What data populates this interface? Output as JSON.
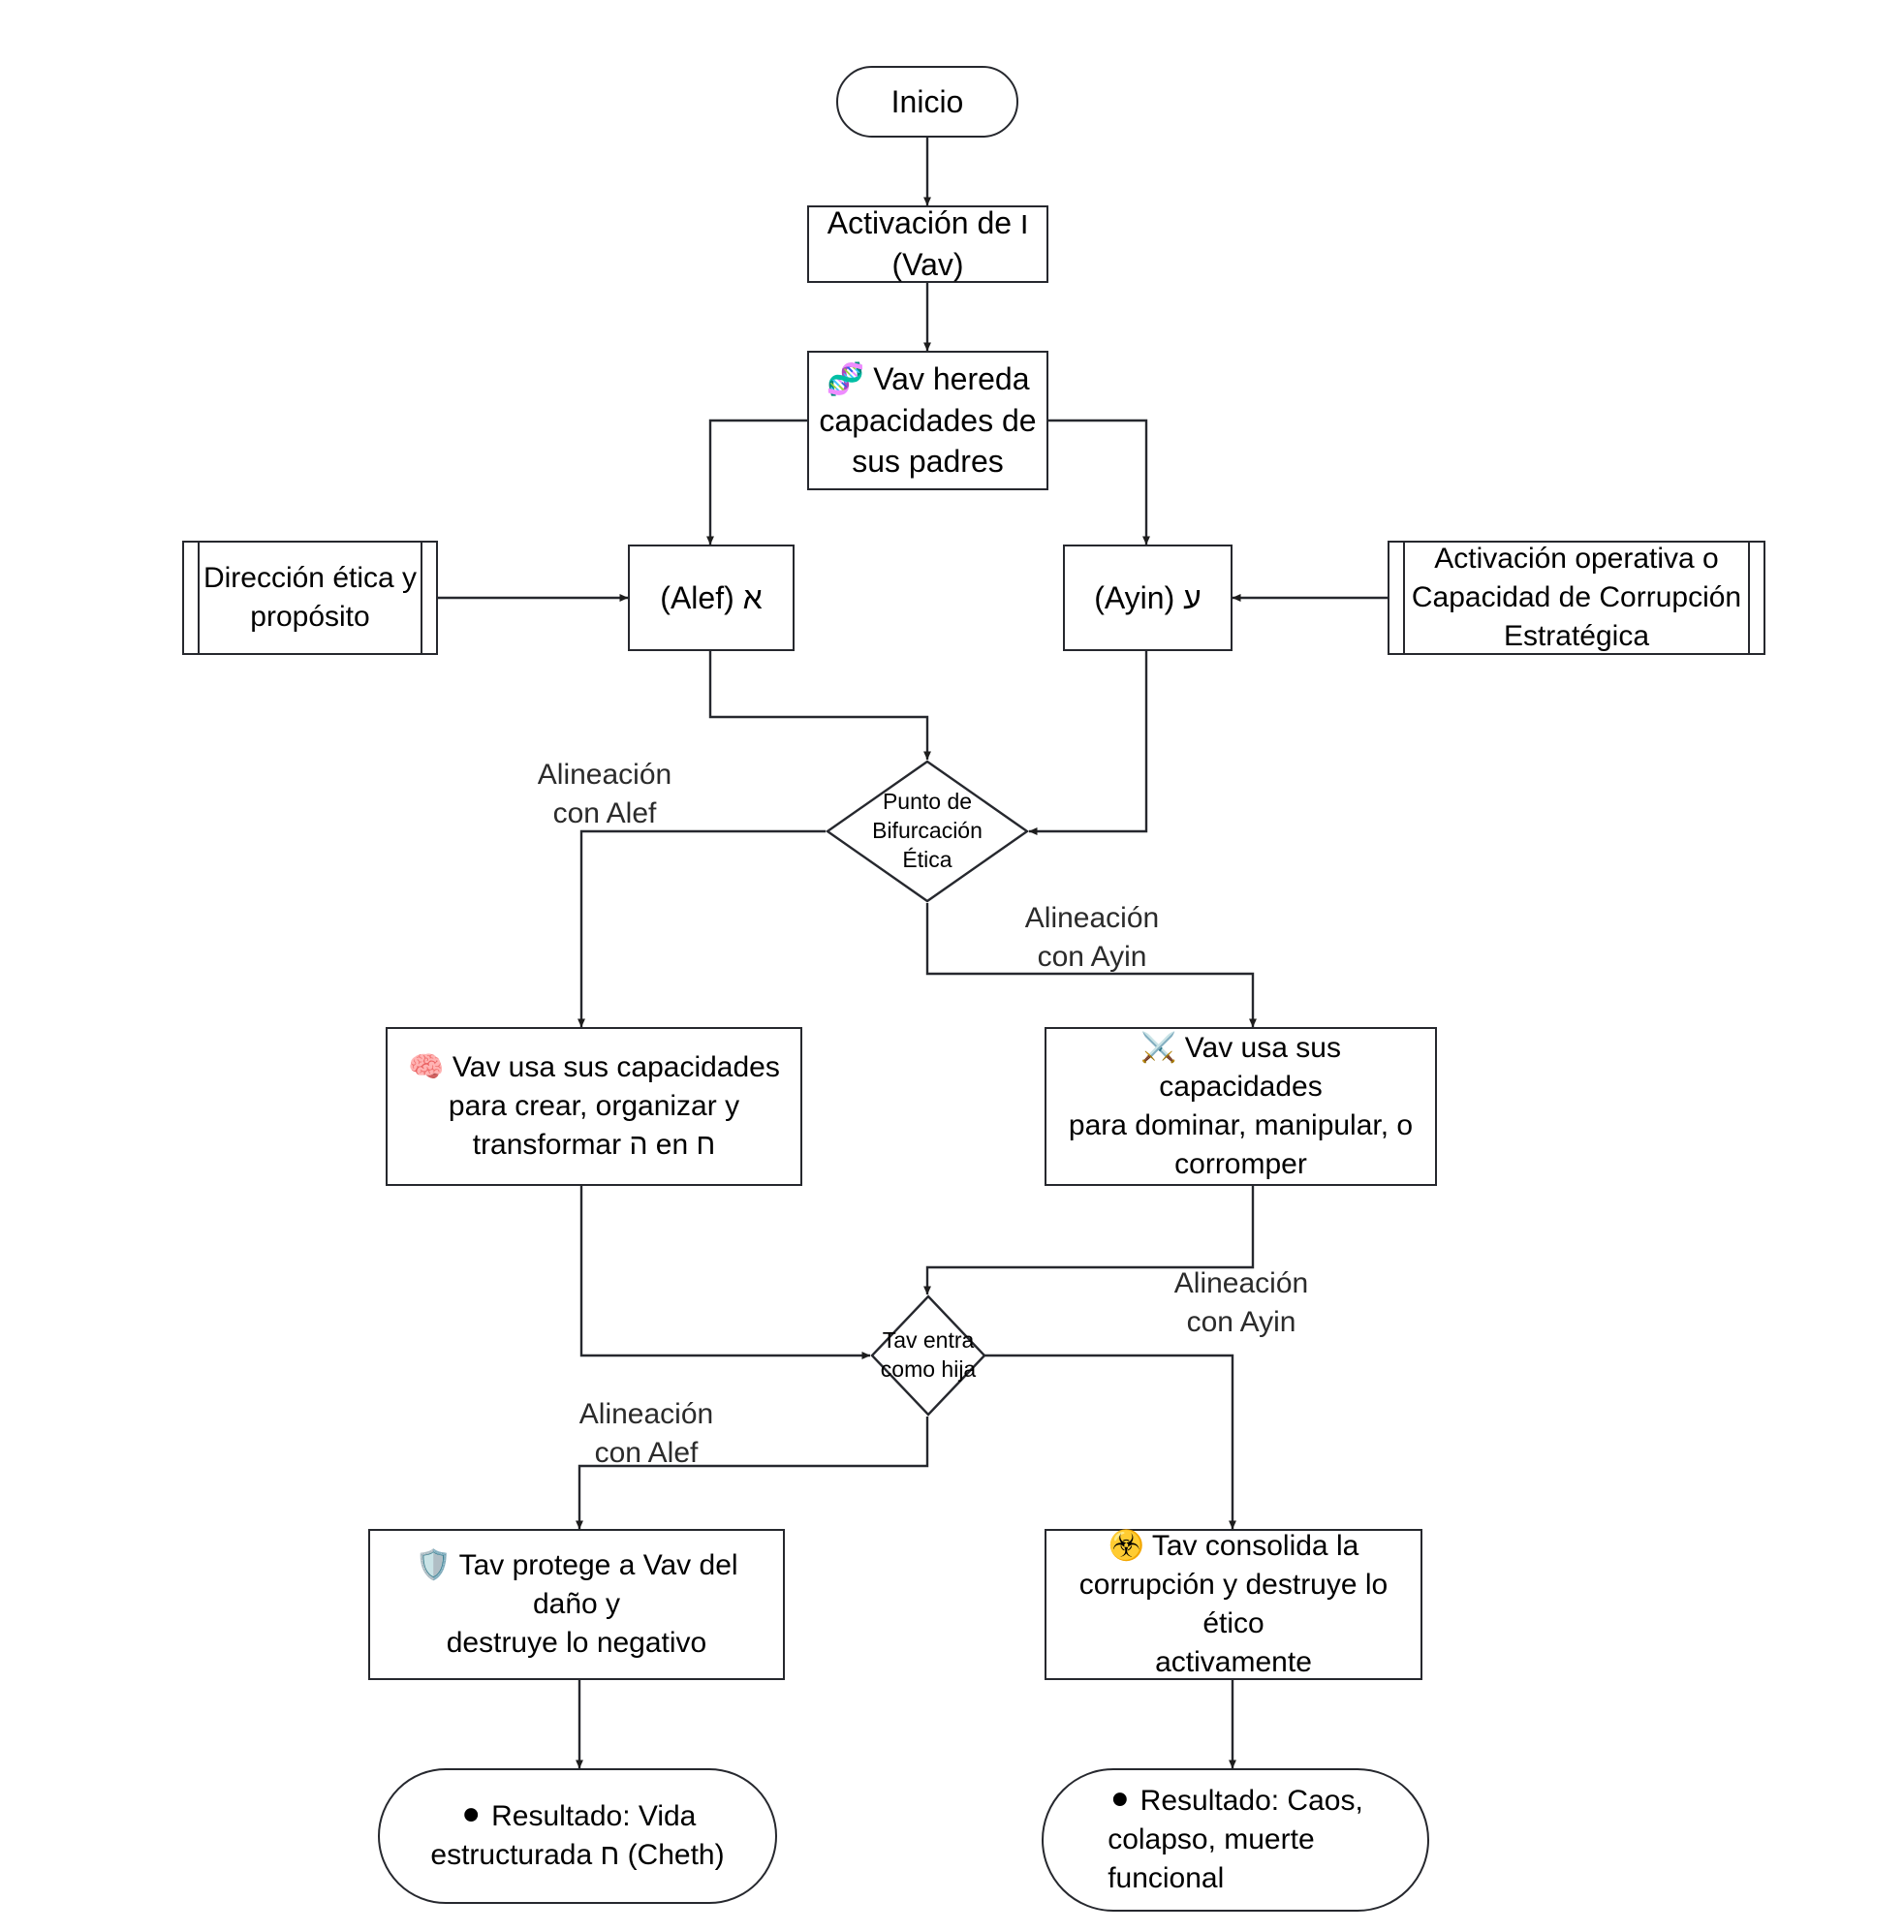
{
  "diagram": {
    "title": "Flujo ético de Vav y Tav",
    "type": "flowchart",
    "background": "#ffffff",
    "stroke_color": "#26282e",
    "label_color": "#2b2b2b"
  },
  "nodes": {
    "start": {
      "shape": "terminal",
      "label": "Inicio"
    },
    "activacion_vav": {
      "shape": "process",
      "label": "Activación de ו\n(Vav)"
    },
    "vav_hereda": {
      "shape": "process",
      "icon": "🧬",
      "icon_name": "dna-icon",
      "label": "Vav hereda\ncapacidades de\nsus padres"
    },
    "alef": {
      "shape": "process",
      "label": "(Alef) א"
    },
    "ayin": {
      "shape": "process",
      "label": "(Ayin) ע"
    },
    "direccion_etica": {
      "shape": "subroutine",
      "label": "Dirección ética y\npropósito"
    },
    "activacion_operativa": {
      "shape": "subroutine",
      "label": "Activación operativa o\nCapacidad de Corrupción\nEstratégica"
    },
    "bifurcacion": {
      "shape": "decision",
      "label": "Punto de\nBifurcación\nÉtica"
    },
    "vav_crear": {
      "shape": "process",
      "icon": "🧠",
      "icon_name": "brain-icon",
      "label": "Vav usa sus capacidades\npara crear, organizar y\ntransformar ה en ח"
    },
    "vav_dominar": {
      "shape": "process",
      "icon": "⚔️",
      "icon_name": "crossed-swords-icon",
      "label": "Vav usa sus capacidades\npara dominar, manipular, o\ncorromper"
    },
    "tav_hija": {
      "shape": "decision",
      "label": "Tav entra\ncomo hija"
    },
    "tav_protege": {
      "shape": "process",
      "icon": "🛡️",
      "icon_name": "shield-icon",
      "label": "Tav protege a Vav del daño y\ndestruye lo negativo"
    },
    "tav_consolida": {
      "shape": "process",
      "icon": "☣️",
      "icon_name": "biohazard-icon",
      "label": "Tav consolida la\ncorrupción y destruye lo ético\nactivamente"
    },
    "resultado_vida": {
      "shape": "terminal",
      "icon": "⚫",
      "icon_name": "black-circle-icon",
      "label": "Resultado: Vida\nestructurada ח (Cheth)"
    },
    "resultado_caos": {
      "shape": "terminal",
      "icon": "⚫",
      "icon_name": "black-circle-icon",
      "label": "Resultado: Caos,\ncolapso, muerte\nfuncional"
    }
  },
  "edge_labels": {
    "bifurcacion_alef": "Alineación\ncon Alef",
    "bifurcacion_ayin": "Alineación\ncon Ayin",
    "tav_alef": "Alineación\ncon Alef",
    "tav_ayin": "Alineación\ncon Ayin"
  },
  "edges": [
    {
      "from": "start",
      "to": "activacion_vav",
      "label": ""
    },
    {
      "from": "activacion_vav",
      "to": "vav_hereda",
      "label": ""
    },
    {
      "from": "vav_hereda",
      "to": "alef",
      "label": ""
    },
    {
      "from": "vav_hereda",
      "to": "ayin",
      "label": ""
    },
    {
      "from": "direccion_etica",
      "to": "alef",
      "label": ""
    },
    {
      "from": "activacion_operativa",
      "to": "ayin",
      "label": ""
    },
    {
      "from": "alef",
      "to": "bifurcacion",
      "label": ""
    },
    {
      "from": "ayin",
      "to": "bifurcacion",
      "label": ""
    },
    {
      "from": "bifurcacion",
      "to": "vav_crear",
      "label": "Alineación con Alef"
    },
    {
      "from": "bifurcacion",
      "to": "vav_dominar",
      "label": "Alineación con Ayin"
    },
    {
      "from": "vav_crear",
      "to": "tav_hija",
      "label": ""
    },
    {
      "from": "vav_dominar",
      "to": "tav_hija",
      "label": ""
    },
    {
      "from": "tav_hija",
      "to": "tav_protege",
      "label": "Alineación con Alef"
    },
    {
      "from": "tav_hija",
      "to": "tav_consolida",
      "label": "Alineación con Ayin"
    },
    {
      "from": "tav_protege",
      "to": "resultado_vida",
      "label": ""
    },
    {
      "from": "tav_consolida",
      "to": "resultado_caos",
      "label": ""
    }
  ]
}
